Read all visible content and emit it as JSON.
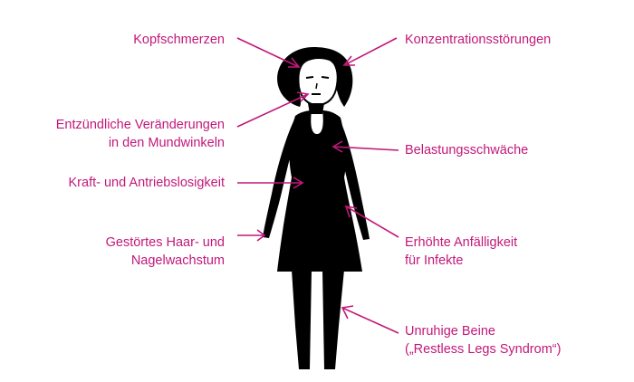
{
  "accent_color": "#c2187a",
  "figure_color": "#000000",
  "symptoms": {
    "kopfschmerzen": [
      "Kopfschmerzen"
    ],
    "konzentration": [
      "Konzentrationsstörungen"
    ],
    "mundwinkel": [
      "Entzündliche Veränderungen",
      "in den Mundwinkeln"
    ],
    "belastung": [
      "Belastungsschwäche"
    ],
    "kraft": [
      "Kraft- und Antriebslosigkeit"
    ],
    "haar": [
      "Gestörtes Haar- und",
      "Nagelwachstum"
    ],
    "infekte": [
      "Erhöhte Anfälligkeit",
      "für Infekte"
    ],
    "beine": [
      "Unruhige Beine",
      "(„Restless Legs Syndrom“)"
    ]
  }
}
